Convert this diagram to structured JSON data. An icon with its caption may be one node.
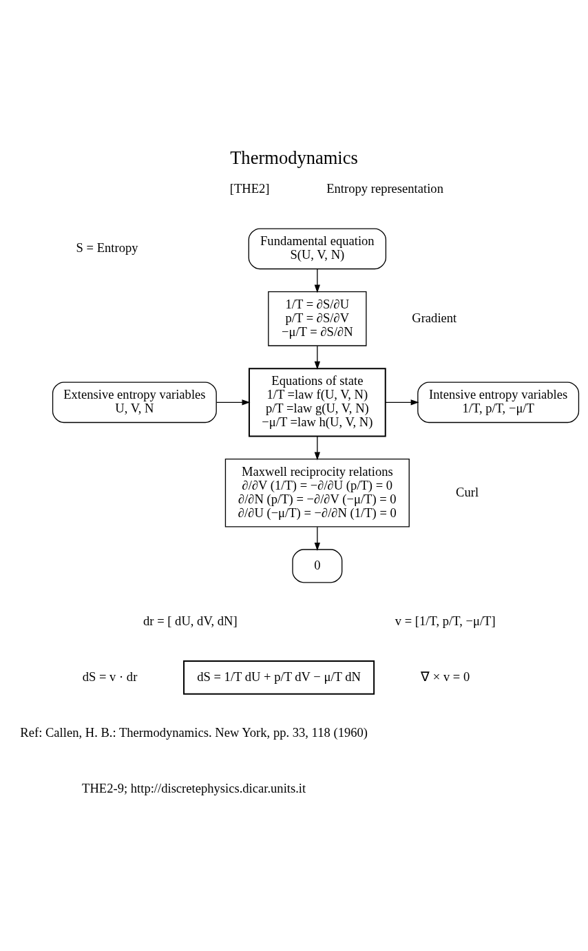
{
  "diagram": {
    "title": "Thermodynamics",
    "nodes": [
      {
        "text": [
          "Fundamental equation",
          "S(U, V, N)"
        ]
      },
      {
        "text": [
          "1/T = ∂S/∂U",
          "p/T = ∂S/∂V",
          "−μ/T = ∂S/∂N"
        ],
        "beside": [
          "Gradient"
        ]
      },
      {
        "text": [
          "Equations of state",
          "1/T =law f(U, V, N)",
          "p/T =law g(U, V, N)",
          "−μ/T =law h(U, V, N)"
        ]
      },
      {
        "text": [
          "Extensive entropy variables",
          "U, V, N"
        ]
      },
      {
        "text": [
          "Intensive entropy variables",
          "1/T, p/T, −μ/T"
        ]
      },
      {
        "text": [
          "Maxwell reciprocity relations",
          "∂/∂V (1/T) = −∂/∂U (p/T) = 0",
          "∂/∂N (p/T) = −∂/∂V (−μ/T) = 0",
          "∂/∂U (−μ/T) = −∂/∂N (1/T) = 0"
        ],
        "beside": [
          "Curl"
        ]
      },
      {
        "text": [
          "0"
        ]
      },
      {
        "text": [
          "dS = 1/T dU + p/T dV − μ/T dN"
        ]
      }
    ],
    "edges": [
      {
        "from": 0,
        "to": 1,
        "arrow": "to"
      },
      {
        "from": 1,
        "to": 2,
        "arrow": "to"
      },
      {
        "from": 3,
        "to": 2,
        "arrow": "to"
      },
      {
        "from": 2,
        "to": 4,
        "arrow": "to"
      },
      {
        "from": 2,
        "to": 5,
        "arrow": "to"
      },
      {
        "from": 5,
        "to": 6,
        "arrow": "to"
      }
    ],
    "labels": [
      "[THE2]",
      "Entropy representation",
      "S = Entropy",
      "dr = [ dU, dV, dN]",
      "v = [1/T, p/T, −μ/T]",
      "dS = v · dr",
      "∇ × v = 0",
      "Ref: Callen, H. B.: Thermodynamics. New York, pp. 33, 118 (1960)",
      "THE2-9; http://discretephysics.dicar.units.it"
    ]
  }
}
